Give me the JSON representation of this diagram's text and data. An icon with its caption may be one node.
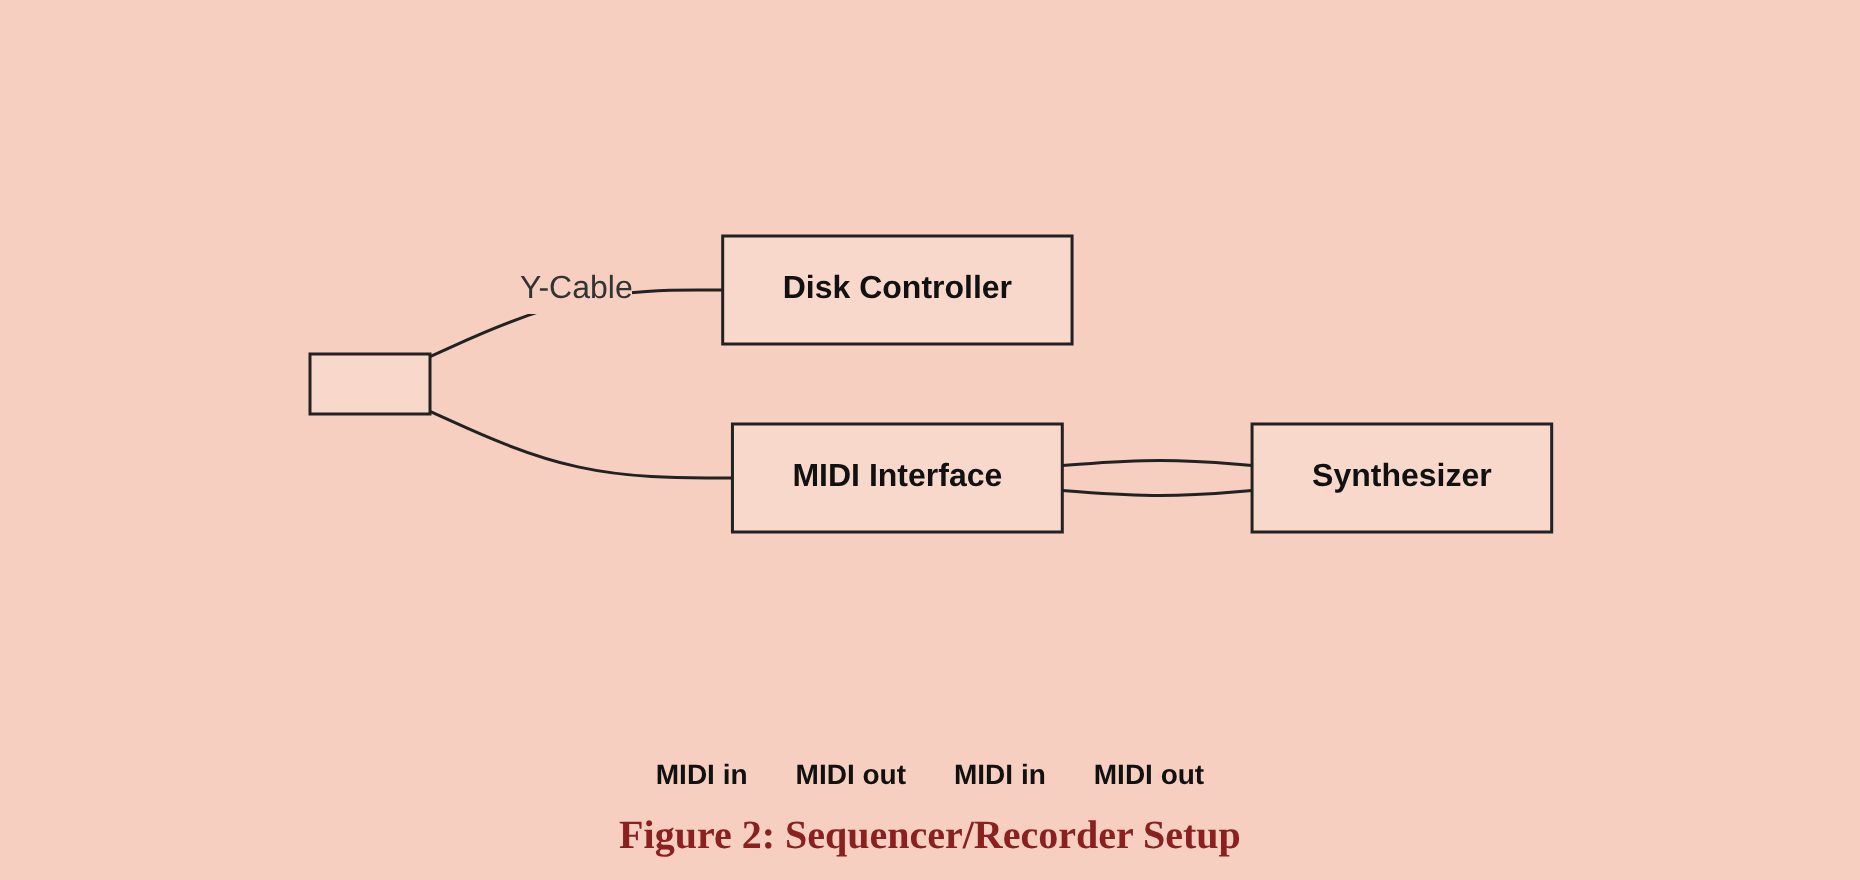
{
  "diagram": {
    "caption": "Figure 2: Sequencer/Recorder Setup",
    "nodes": [
      {
        "text": [],
        "shape": "box"
      },
      {
        "text": [
          "Disk Controller"
        ]
      },
      {
        "text": [
          "MIDI Interface"
        ]
      },
      {
        "text": [
          "Synthesizer"
        ]
      }
    ],
    "edges": [
      {
        "from": 0,
        "to": 1,
        "arrow": "none",
        "label": "Y-Cable"
      },
      {
        "from": 0,
        "to": 2,
        "arrow": "none"
      },
      {
        "from": 2,
        "to": 3,
        "arrow": "none"
      },
      {
        "from": 3,
        "to": 2,
        "arrow": "none"
      }
    ],
    "labels": [
      "MIDI in",
      "MIDI out",
      "MIDI in",
      "MIDI out"
    ]
  }
}
